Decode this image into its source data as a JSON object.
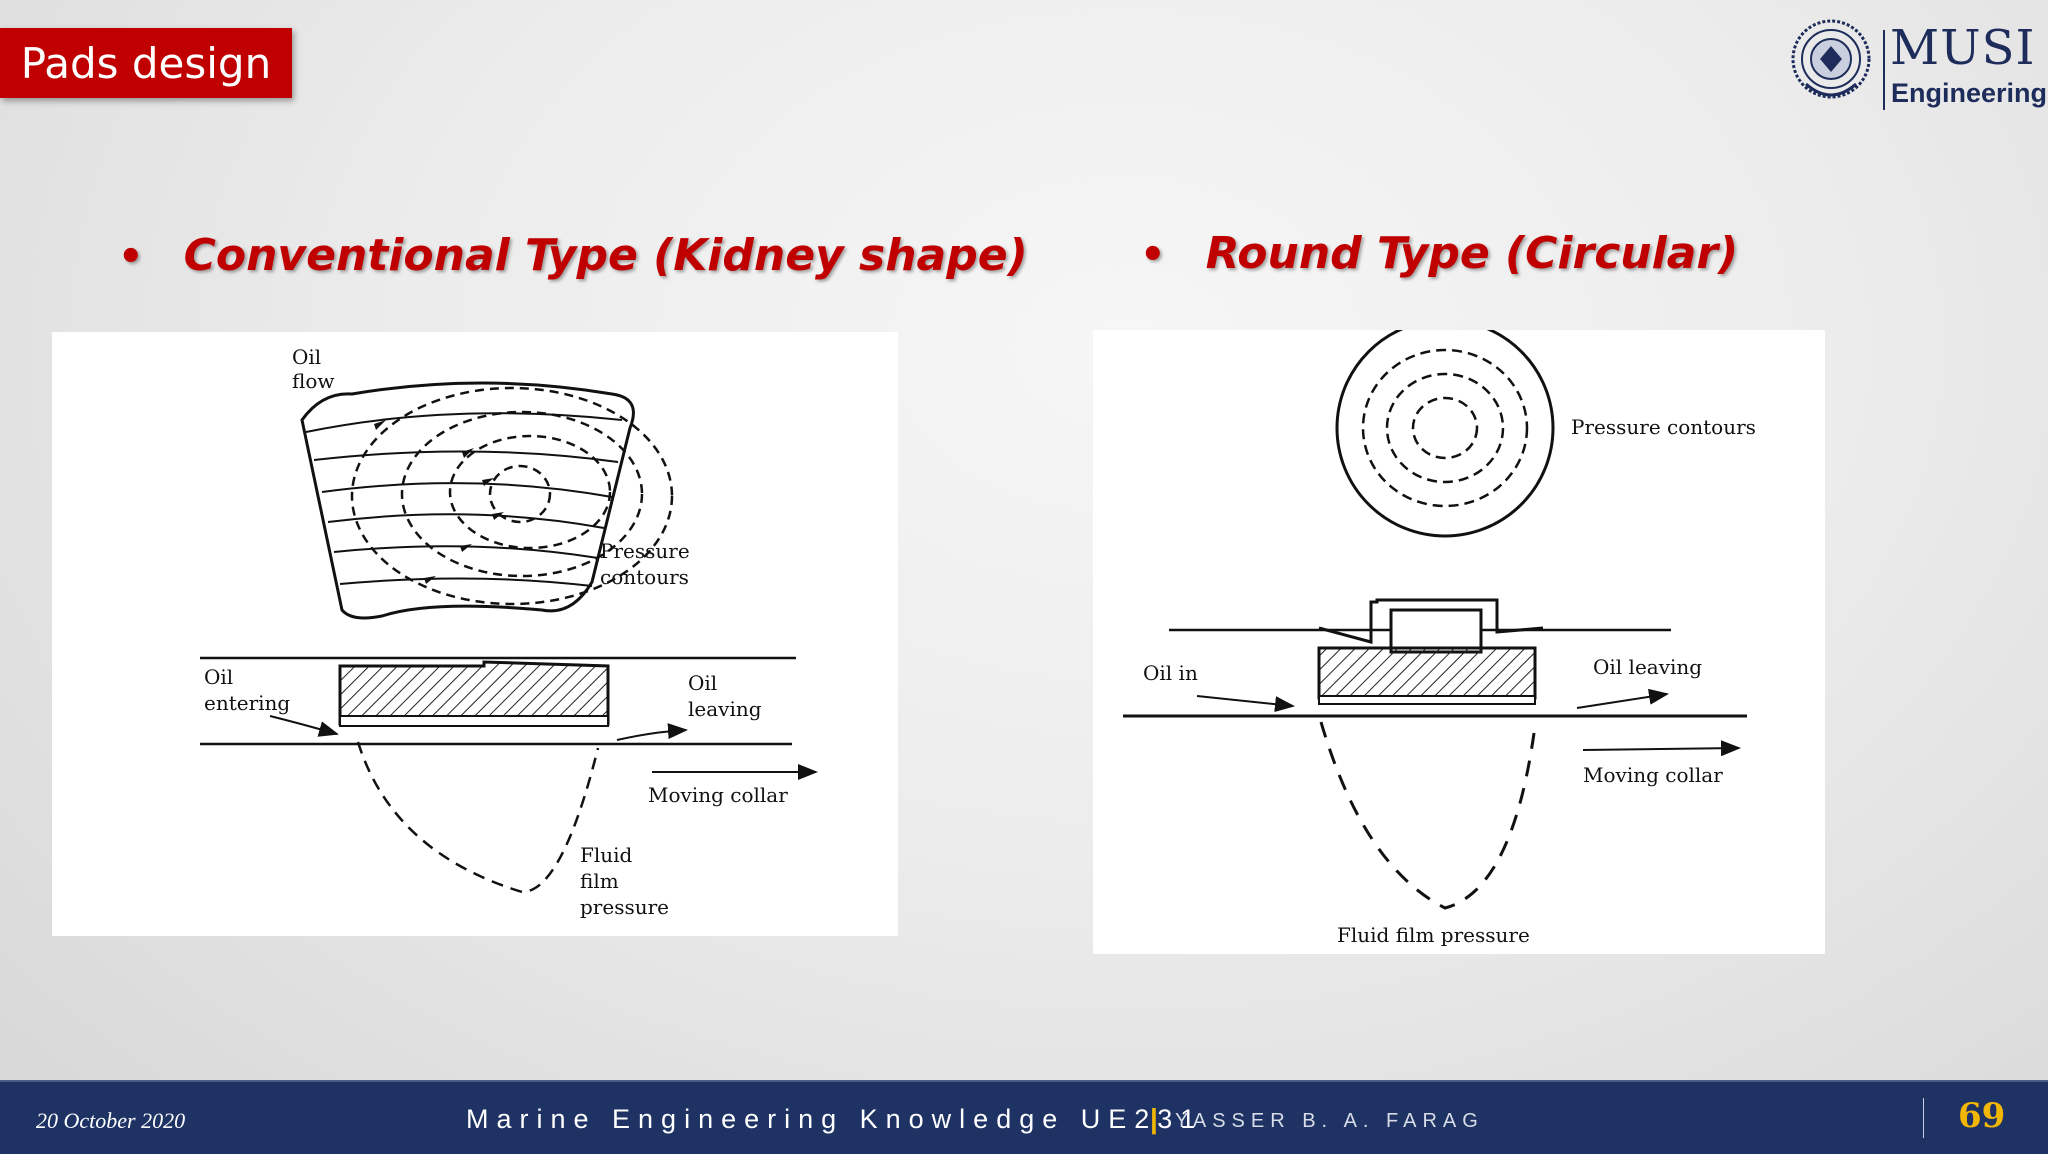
{
  "header": {
    "title": "Pads design",
    "logo": {
      "name": "MUSI",
      "sub": "Engineering"
    }
  },
  "bullets": [
    {
      "text": "Conventional Type (Kidney shape)"
    },
    {
      "text": "Round Type (Circular)"
    }
  ],
  "figure_kidney": {
    "labels": {
      "oil_flow_1": "Oil",
      "oil_flow_2": "flow",
      "pressure_1": "Pressure",
      "pressure_2": "contours",
      "oil_entering_1": "Oil",
      "oil_entering_2": "entering",
      "oil_leaving_1": "Oil",
      "oil_leaving_2": "leaving",
      "moving_collar": "Moving collar",
      "fluid_1": "Fluid",
      "fluid_2": "film",
      "fluid_3": "pressure"
    }
  },
  "figure_round": {
    "labels": {
      "pressure_contours": "Pressure contours",
      "oil_in": "Oil in",
      "oil_leaving": "Oil leaving",
      "moving_collar": "Moving collar",
      "fluid_film_pressure": "Fluid film pressure"
    }
  },
  "footer": {
    "date": "20 October 2020",
    "course": "Marine Engineering Knowledge UE231",
    "separator": "|",
    "author": "YASSER B. A. FARAG",
    "page": "69"
  },
  "colors": {
    "accent_red": "#c00000",
    "footer_navy": "#1e3264",
    "page_gold": "#f2b705"
  }
}
